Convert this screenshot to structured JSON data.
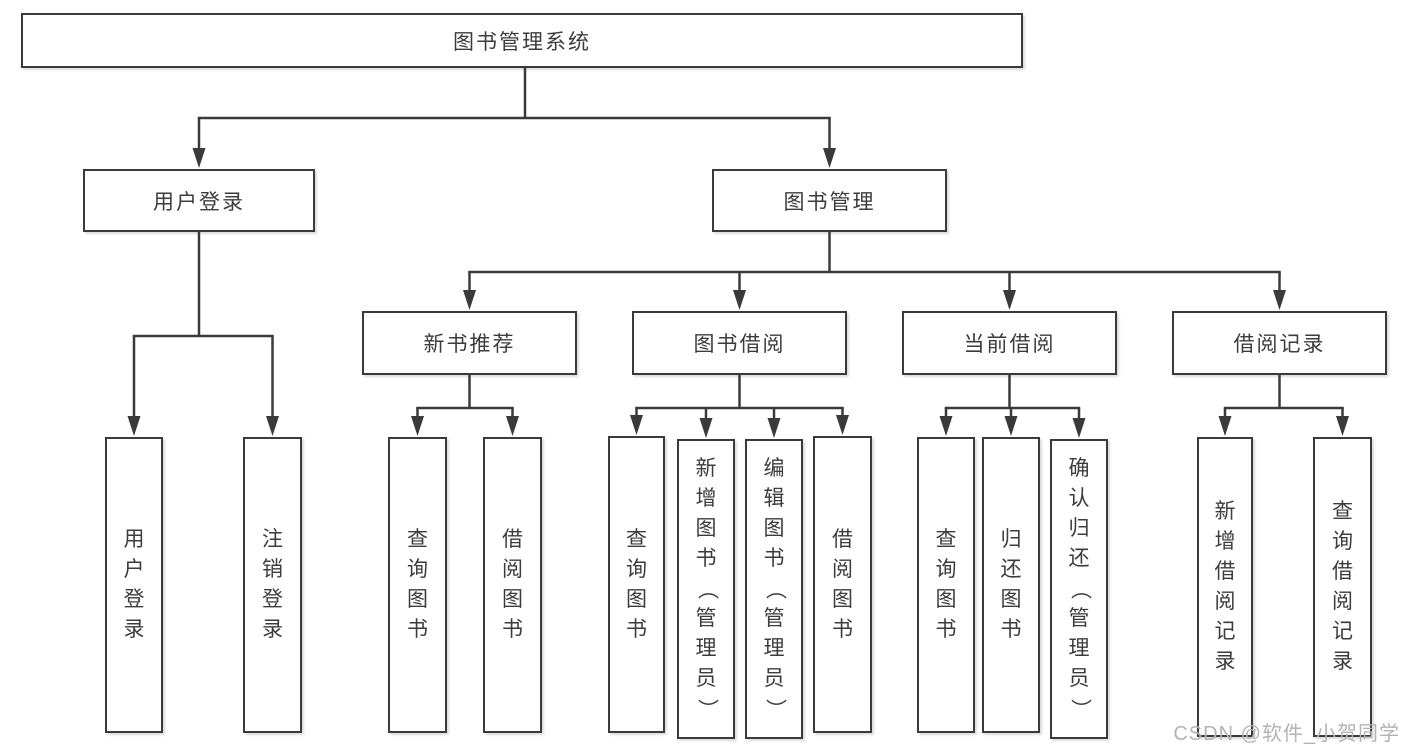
{
  "title": "图书管理系统",
  "watermark": "CSDN @软件_小贺同学",
  "colors": {
    "line": "#3a3a3a",
    "border": "#3a3a3a",
    "text": "#3c3c3c",
    "watermark": "#b3b3b3",
    "background": "#ffffff"
  },
  "tree": {
    "id": "root",
    "label": "图书管理系统",
    "children": [
      {
        "id": "user-login",
        "label": "用户登录",
        "children": [
          {
            "id": "leaf-user-login",
            "label": "用户登录"
          },
          {
            "id": "leaf-logout",
            "label": "注销登录"
          }
        ]
      },
      {
        "id": "book-mgmt",
        "label": "图书管理",
        "children": [
          {
            "id": "new-book-rec",
            "label": "新书推荐",
            "children": [
              {
                "id": "leaf-query-book-1",
                "label": "查询图书"
              },
              {
                "id": "leaf-borrow-book-1",
                "label": "借阅图书"
              }
            ]
          },
          {
            "id": "book-borrow",
            "label": "图书借阅",
            "children": [
              {
                "id": "leaf-query-book-2",
                "label": "查询图书"
              },
              {
                "id": "leaf-add-book",
                "label": "新增图书（管理员）"
              },
              {
                "id": "leaf-edit-book",
                "label": "编辑图书（管理员）"
              },
              {
                "id": "leaf-borrow-book-2",
                "label": "借阅图书"
              }
            ]
          },
          {
            "id": "current-borrow",
            "label": "当前借阅",
            "children": [
              {
                "id": "leaf-query-book-3",
                "label": "查询图书"
              },
              {
                "id": "leaf-return-book",
                "label": "归还图书"
              },
              {
                "id": "leaf-confirm-return",
                "label": "确认归还（管理员）"
              }
            ]
          },
          {
            "id": "borrow-records",
            "label": "借阅记录",
            "children": [
              {
                "id": "leaf-add-record",
                "label": "新增借阅记录"
              },
              {
                "id": "leaf-query-record",
                "label": "查询借阅记录"
              }
            ]
          }
        ]
      }
    ]
  }
}
